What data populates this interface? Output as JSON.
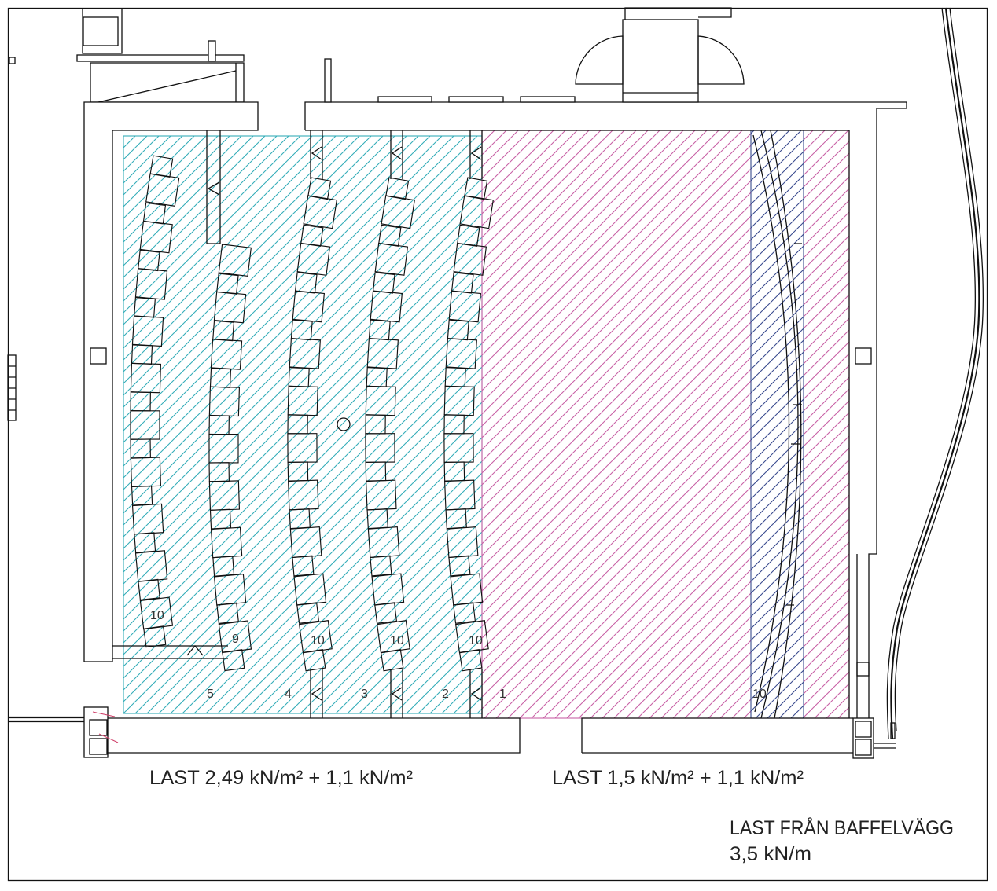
{
  "load_zones": [
    {
      "label": "LAST 2,49 kN/m² + 1,1 kN/m²",
      "color": "#35adb9"
    },
    {
      "label": "LAST 1,5 kN/m² + 1,1 kN/m²",
      "color": "#c862a6"
    }
  ],
  "baffle": {
    "label": "LAST FRÅN BAFFELVÄGG",
    "load": "3,5 kN/m",
    "color": "#3a4b8e",
    "seat_label": "10"
  },
  "seating": {
    "seat_labels": [
      "10",
      "9",
      "10",
      "10",
      "10"
    ],
    "row_numbers": [
      "5",
      "4",
      "3",
      "2",
      "1"
    ]
  }
}
